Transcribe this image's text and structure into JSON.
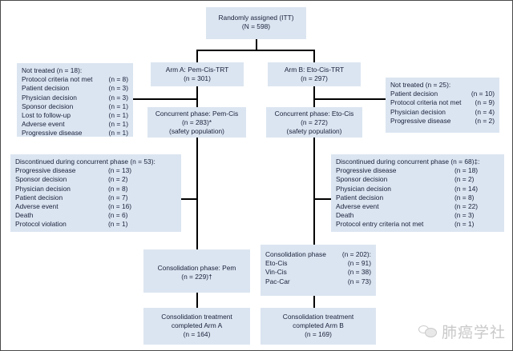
{
  "figure": {
    "type": "consort-flow-diagram",
    "background": "#ffffff",
    "box_color": "#dbe5f1",
    "text_color": "#17213a",
    "line_color": "#000000"
  },
  "nodes": {
    "randomized": {
      "line1": "Randomly assigned (ITT)",
      "line2": "(N = 598)"
    },
    "arm_a": {
      "line1": "Arm A: Pem-Cis-TRT",
      "line2": "(n = 301)"
    },
    "arm_b": {
      "line1": "Arm B: Eto-Cis-TRT",
      "line2": "(n = 297)"
    },
    "concurrent_a": {
      "line1": "Concurrent phase: Pem-Cis",
      "line2": "(n = 283)*",
      "line3": "(safety population)"
    },
    "concurrent_b": {
      "line1": "Concurrent phase: Eto-Cis",
      "line2": "(n = 272)",
      "line3": "(safety population)"
    },
    "not_treated_a": {
      "title": "Not treated (n = 18):",
      "rows": [
        {
          "label": "Protocol criteria not met",
          "value": "(n = 8)"
        },
        {
          "label": "Patient decision",
          "value": "(n = 3)"
        },
        {
          "label": "Physician decision",
          "value": "(n = 3)"
        },
        {
          "label": "Sponsor decision",
          "value": "(n = 1)"
        },
        {
          "label": "Lost to follow-up",
          "value": "(n = 1)"
        },
        {
          "label": "Adverse event",
          "value": "(n = 1)"
        },
        {
          "label": "Progressive disease",
          "value": "(n = 1)"
        }
      ]
    },
    "not_treated_b": {
      "title": "Not treated (n = 25):",
      "rows": [
        {
          "label": "Patient decision",
          "value": "(n = 10)"
        },
        {
          "label": "Protocol criteria not met",
          "value": "(n = 9)"
        },
        {
          "label": "Physician decision",
          "value": "(n = 4)"
        },
        {
          "label": "Progressive disease",
          "value": "(n = 2)"
        }
      ]
    },
    "discontinued_a": {
      "title": "Discontinued during concurrent phase (n = 53):",
      "rows": [
        {
          "label": "Progressive disease",
          "value": "(n = 13)"
        },
        {
          "label": "Sponsor decision",
          "value": "(n = 2)"
        },
        {
          "label": "Physician decision",
          "value": "(n = 8)"
        },
        {
          "label": "Patient decision",
          "value": "(n = 7)"
        },
        {
          "label": "Adverse event",
          "value": "(n = 16)"
        },
        {
          "label": "Death",
          "value": "(n = 6)"
        },
        {
          "label": "Protocol violation",
          "value": "(n = 1)"
        }
      ]
    },
    "discontinued_b": {
      "title": "Discontinued during concurrent phase (n = 68)‡:",
      "rows": [
        {
          "label": "Progressive disease",
          "value": "(n = 18)"
        },
        {
          "label": "Sponsor decision",
          "value": "(n = 2)"
        },
        {
          "label": "Physician decision",
          "value": "(n = 14)"
        },
        {
          "label": "Patient decision",
          "value": "(n = 8)"
        },
        {
          "label": "Adverse event",
          "value": "(n = 22)"
        },
        {
          "label": "Death",
          "value": "(n = 3)"
        },
        {
          "label": "Protocol entry criteria not met",
          "value": "(n = 1)"
        }
      ]
    },
    "consolidation_a": {
      "line1": "Consolidation phase: Pem",
      "line2": "(n = 229)†"
    },
    "consolidation_b": {
      "title_label": "Consolidation phase",
      "title_value": "(n = 202):",
      "rows": [
        {
          "label": "Eto-Cis",
          "value": "(n = 91)"
        },
        {
          "label": "Vin-Cis",
          "value": "(n = 38)"
        },
        {
          "label": "Pac-Car",
          "value": "(n = 73)"
        }
      ]
    },
    "completed_a": {
      "line1": "Consolidation treatment",
      "line2": "completed Arm A",
      "line3": "(n = 164)"
    },
    "completed_b": {
      "line1": "Consolidation treatment",
      "line2": "completed Arm B",
      "line3": "(n = 169)"
    }
  },
  "watermark": {
    "text": "肺癌学社"
  }
}
